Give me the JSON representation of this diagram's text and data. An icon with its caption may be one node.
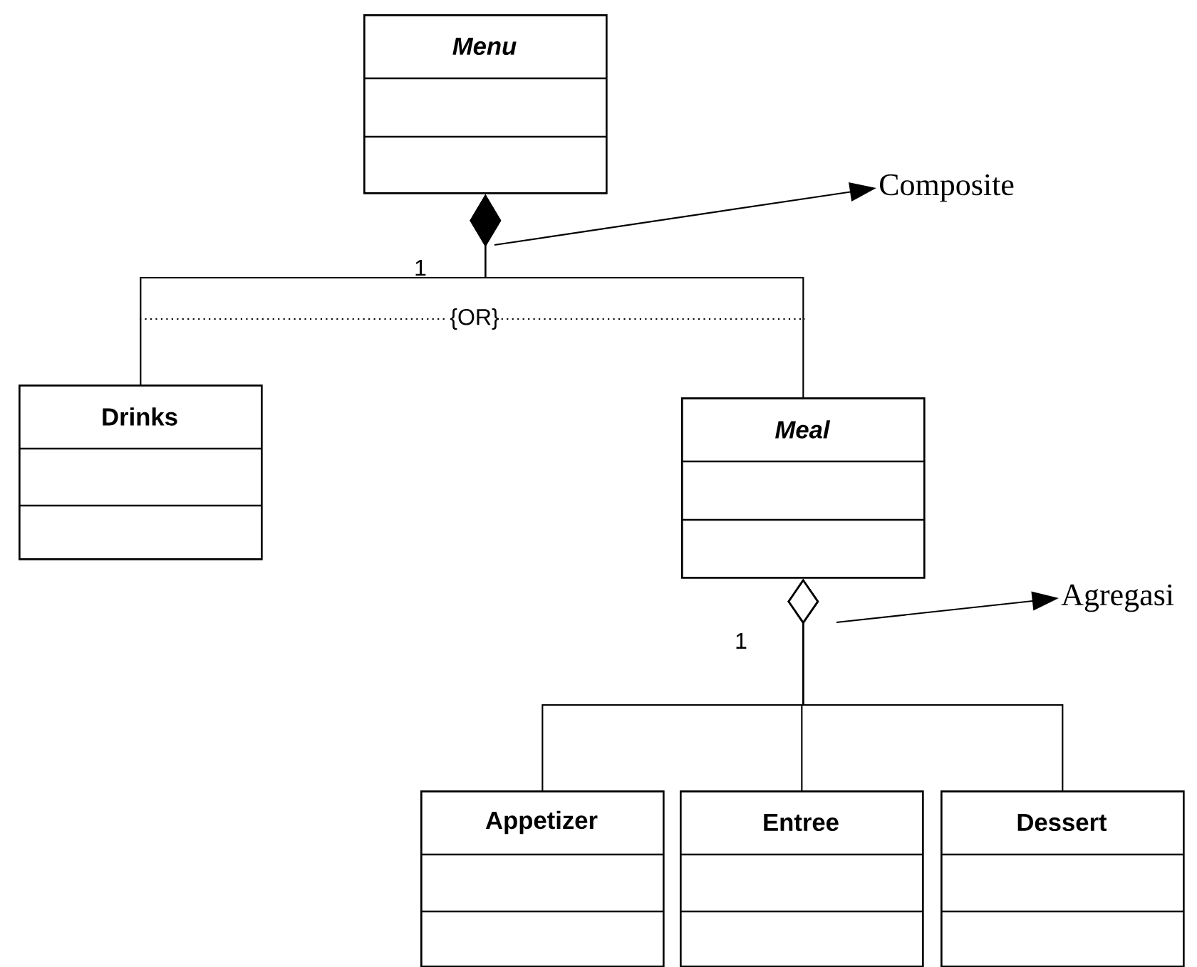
{
  "diagram": {
    "nodes": [
      {
        "text": [
          "Menu"
        ]
      },
      {
        "text": [
          "Drinks"
        ]
      },
      {
        "text": [
          "Meal"
        ]
      },
      {
        "text": [
          "Appetizer"
        ]
      },
      {
        "text": [
          "Entree"
        ]
      },
      {
        "text": [
          "Dessert"
        ]
      },
      {
        "text": [
          "Composite"
        ]
      },
      {
        "text": [
          "Agregasi"
        ]
      }
    ],
    "edges": [
      {
        "from": 0,
        "to": 1,
        "arrow": "other"
      },
      {
        "from": 0,
        "to": 2,
        "arrow": "other"
      },
      {
        "from": 2,
        "to": 3,
        "arrow": "other"
      },
      {
        "from": 2,
        "to": 4,
        "arrow": "other"
      },
      {
        "from": 2,
        "to": 5,
        "arrow": "other"
      },
      {
        "from": null,
        "to": 6,
        "arrow": "to"
      },
      {
        "from": null,
        "to": 7,
        "arrow": "to"
      }
    ],
    "labels": [
      "1",
      "{OR}",
      "1"
    ]
  }
}
